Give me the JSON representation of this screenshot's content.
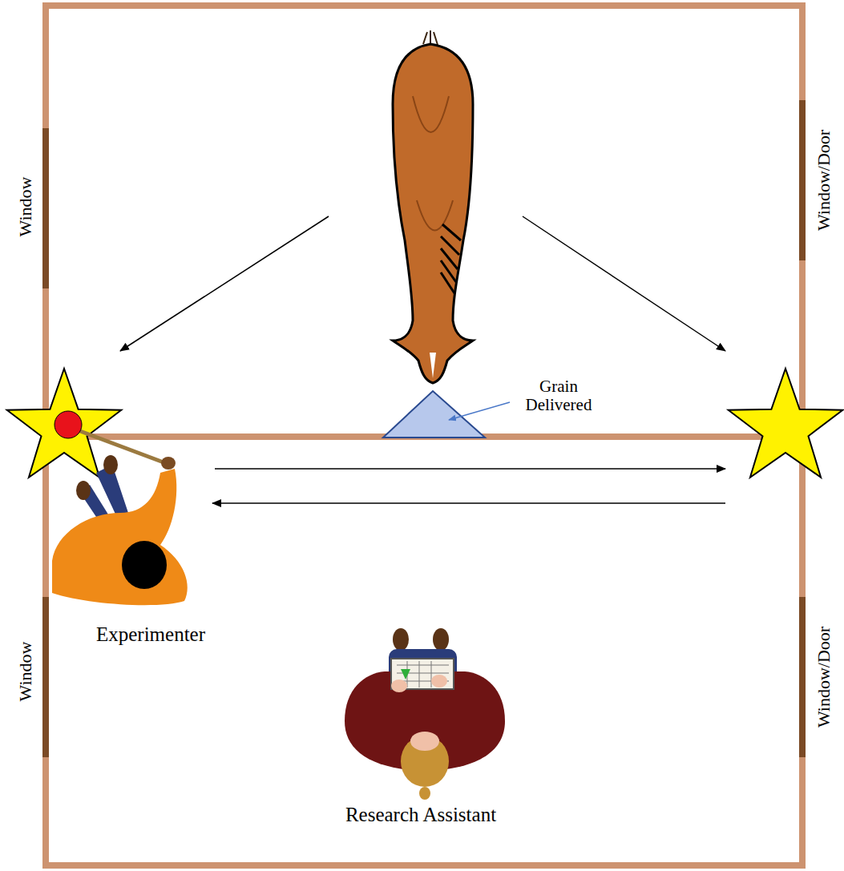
{
  "diagram": {
    "labels": [
      "Window",
      "Window/Door",
      "Grain Delivered",
      "Window",
      "Window/Door",
      "Experimenter",
      "Research Assistant"
    ]
  }
}
